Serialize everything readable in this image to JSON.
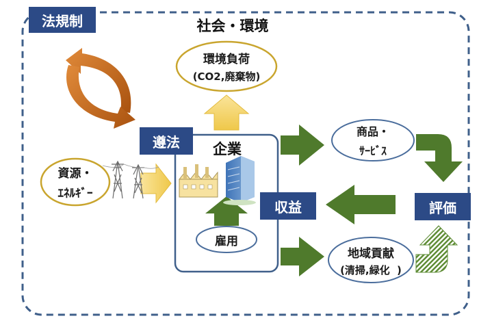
{
  "boundary": {
    "title": "社会・環境"
  },
  "nodes": {
    "law": "法規制",
    "compliance": "遵法",
    "company": "企業",
    "revenue": "収益",
    "evaluation": "評価",
    "environmental_load": {
      "line1": "環境負荷",
      "line2": "(CO2,廃棄物)"
    },
    "resources": {
      "line1": "資源・",
      "line2": "ｴﾈﾙｷﾞｰ"
    },
    "products": {
      "line1": "商品・",
      "line2": "ｻｰﾋﾞｽ"
    },
    "employment": "雇用",
    "community": {
      "line1": "地域貢献",
      "line2": "(清掃,緑化  )"
    }
  },
  "colors": {
    "navy": "#2c4a86",
    "border": "#3f5f8a",
    "arrow_green": "#4f7a2c",
    "arrow_yellow": "#f2cf5a",
    "ellipse_orange_border": "#c9a52e",
    "ellipse_blue_border": "#4a6d9c",
    "cycle_orange": "#c96a1d"
  },
  "icons": [
    "cycle-arrows-icon",
    "power-tower-icon",
    "factory-icon",
    "office-building-icon"
  ]
}
